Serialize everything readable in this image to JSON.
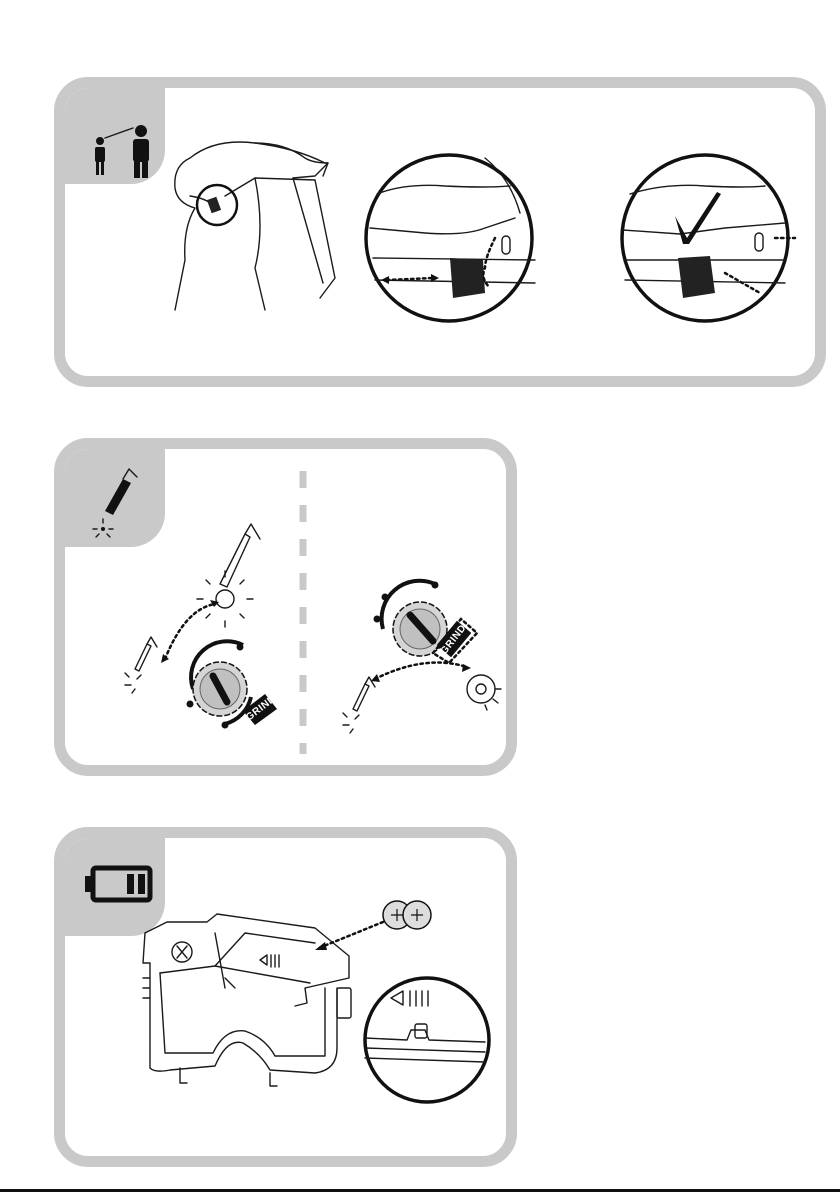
{
  "panels": {
    "headband": {
      "step": "fit"
    },
    "shade": {
      "dial_label": "GRIND",
      "dial_label_right": "GRIND"
    },
    "battery": {
      "step": "battery"
    }
  }
}
